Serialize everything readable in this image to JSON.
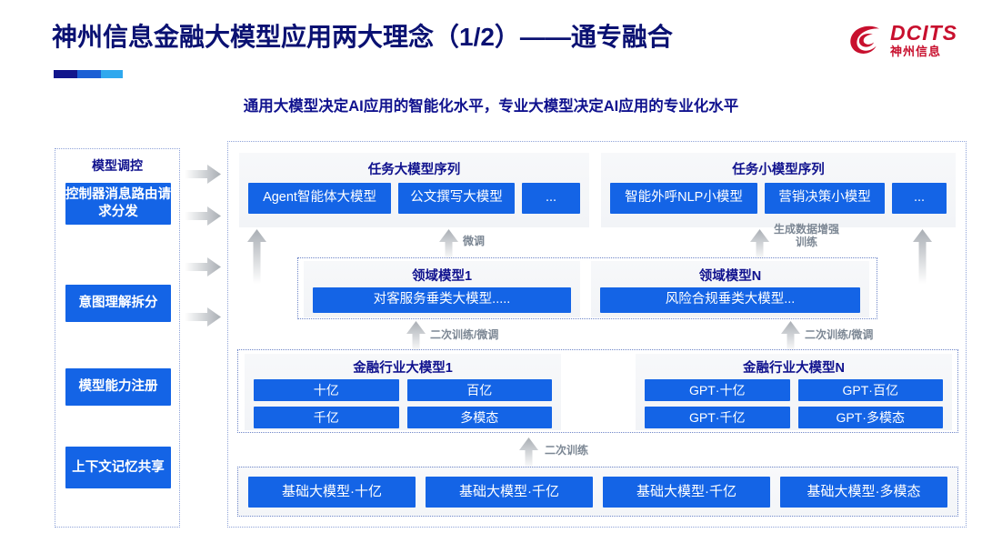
{
  "header": {
    "title": "神州信息金融大模型应用两大理念（1/2）——通专融合",
    "subtitle": "通用大模型决定AI应用的智能化水平，专业大模型决定AI应用的专业化水平",
    "logo_en": "DCITS",
    "logo_cn": "神州信息",
    "logo_icon": "dcits-swirl-logo"
  },
  "colors": {
    "brand_blue": "#1464E6",
    "title_navy": "#0A1172",
    "logo_red": "#C8102E",
    "arrow_grey": "#B9BEC4",
    "panel_bg": "#F4F6F8",
    "dotted_border": "#8FA3D8"
  },
  "control_column": {
    "title": "模型调控",
    "items": [
      {
        "label": "控制器消息路由请求分发"
      },
      {
        "label": "意图理解拆分"
      },
      {
        "label": "模型能力注册"
      },
      {
        "label": "上下文记忆共享"
      }
    ]
  },
  "flow_arrows_right": [
    {
      "name": "flow-arrow-1"
    },
    {
      "name": "flow-arrow-2"
    },
    {
      "name": "flow-arrow-3"
    },
    {
      "name": "flow-arrow-4"
    }
  ],
  "task_models": {
    "left": {
      "title": "任务大模型序列",
      "chips": [
        "Agent智能体大模型",
        "公文撰写大模型",
        "..."
      ]
    },
    "right": {
      "title": "任务小模型序列",
      "chips": [
        "智能外呼NLP小模型",
        "营销决策小模型",
        "..."
      ]
    }
  },
  "domain_models": {
    "left": {
      "title": "领域模型1",
      "chip": "对客服务垂类大模型....."
    },
    "right": {
      "title": "领域模型N",
      "chip": "风险合规垂类大模型..."
    }
  },
  "industry_models": {
    "left": {
      "title": "金融行业大模型1",
      "chips": [
        "十亿",
        "百亿",
        "千亿",
        "多模态"
      ]
    },
    "right": {
      "title": "金融行业大模型N",
      "chips": [
        "GPT·十亿",
        "GPT·百亿",
        "GPT·千亿",
        "GPT·多模态"
      ]
    }
  },
  "base_models": {
    "chips": [
      "基础大模型·十亿",
      "基础大模型·千亿",
      "基础大模型·千亿",
      "基础大模型·多模态"
    ]
  },
  "captions": {
    "finetune": "微调",
    "data_aug": "生成数据增强\n训练",
    "retrain_finetune_left": "二次训练/微调",
    "retrain_finetune_right": "二次训练/微调",
    "retrain": "二次训练"
  }
}
